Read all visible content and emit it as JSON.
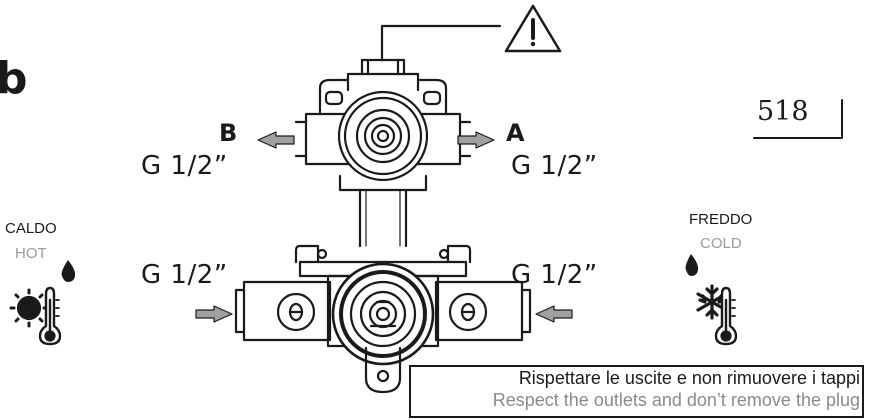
{
  "side_letter": "b",
  "model_number": "518",
  "ports": {
    "b_label": "B",
    "a_label": "A",
    "outlet_left_thread": "G 1/2”",
    "outlet_right_thread": "G 1/2”",
    "inlet_left_thread": "G 1/2”",
    "inlet_right_thread": "G 1/2”"
  },
  "hot": {
    "label_it": "CALDO",
    "label_en": "HOT",
    "label_en_color": "#9a9a9a",
    "icon": "sun-thermometer-icon"
  },
  "cold": {
    "label_it": "FREDDO",
    "label_en": "COLD",
    "label_en_color": "#9a9a9a",
    "icon": "snowflake-thermometer-icon"
  },
  "warning": {
    "icon": "warning-triangle-icon"
  },
  "note": {
    "line_it": "Rispettare le uscite e non rimuovere i tappi",
    "line_en": "Respect the outlets and don’t remove the plug",
    "line_en_color": "#8a8a8a"
  },
  "colors": {
    "ink": "#1a1a1a",
    "arrow_fill": "#a0a0a0"
  }
}
